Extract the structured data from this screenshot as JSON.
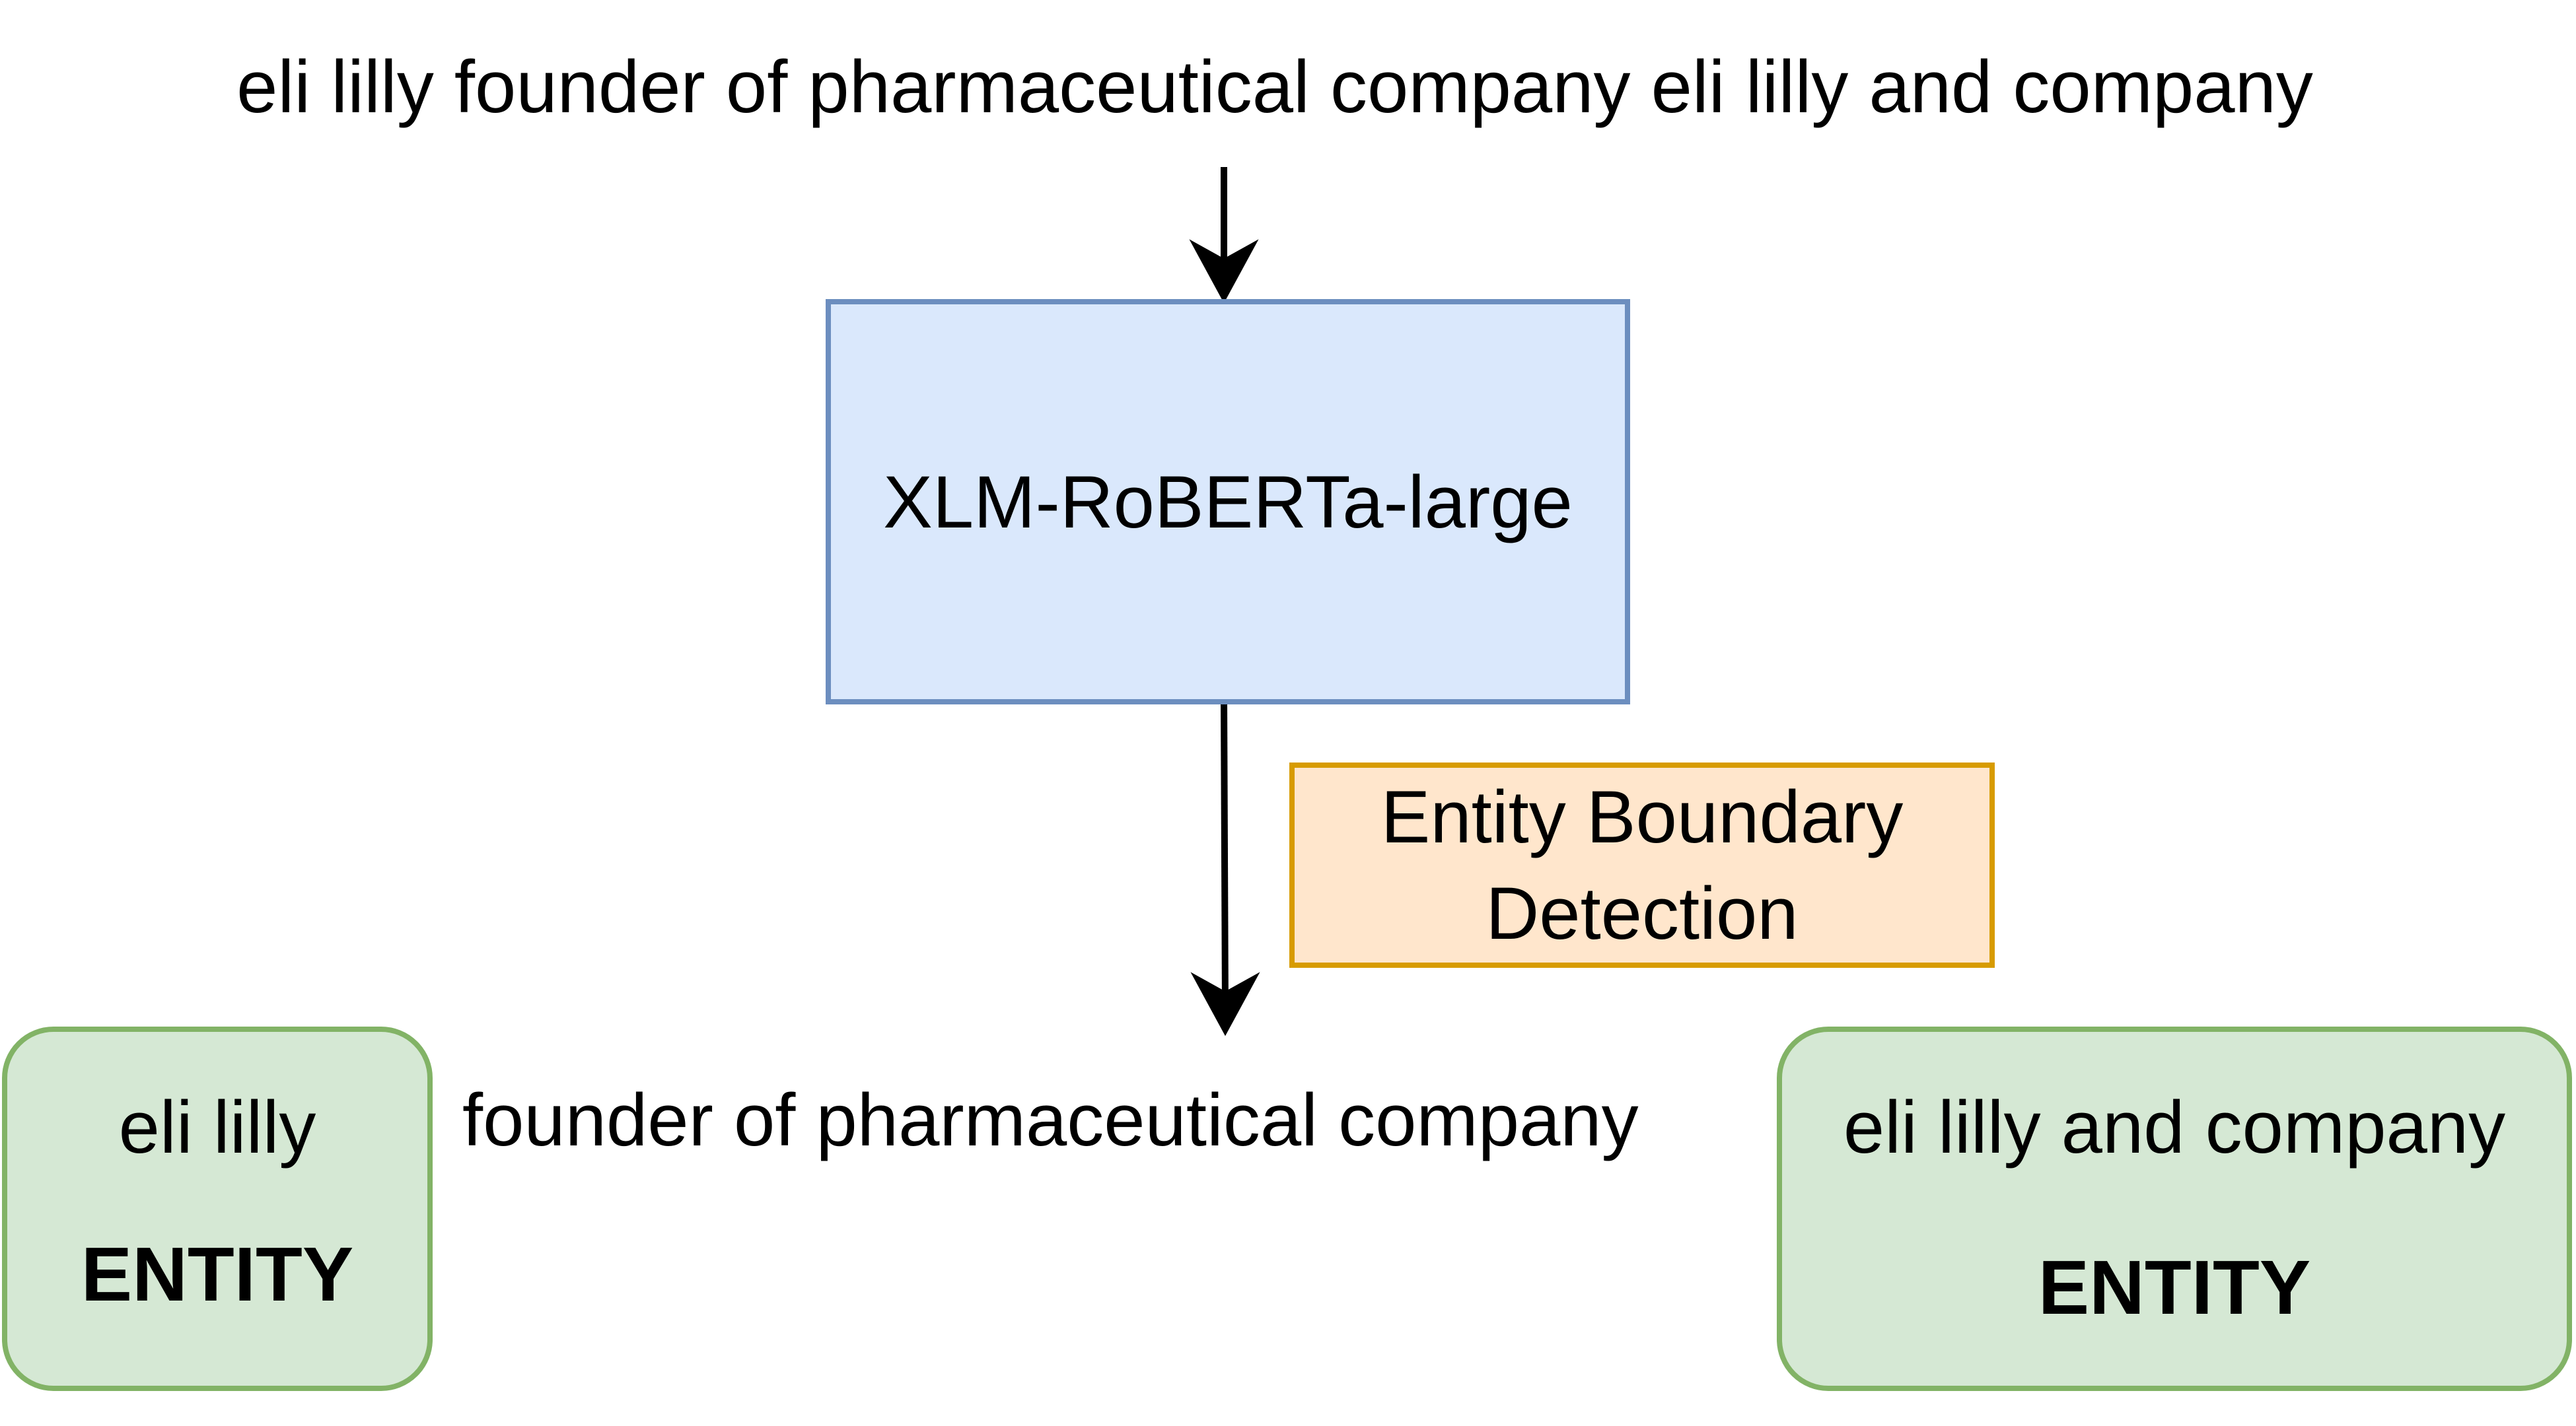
{
  "input_sentence": "eli lilly founder of pharmaceutical company eli lilly and company",
  "model": {
    "label": "XLM-RoBERTa-large"
  },
  "task": {
    "line1": "Entity Boundary",
    "line2": "Detection"
  },
  "output": {
    "entity_left": {
      "text": "eli lilly",
      "tag": "ENTITY"
    },
    "middle_text": "founder of pharmaceutical company",
    "entity_right": {
      "text": "eli lilly and company",
      "tag": "ENTITY"
    }
  },
  "colors": {
    "model_fill": "#dae8fc",
    "model_border": "#6c8ebf",
    "task_fill": "#ffe6cc",
    "task_border": "#d79b00",
    "entity_fill": "#d5e8d4",
    "entity_border": "#82b366"
  }
}
